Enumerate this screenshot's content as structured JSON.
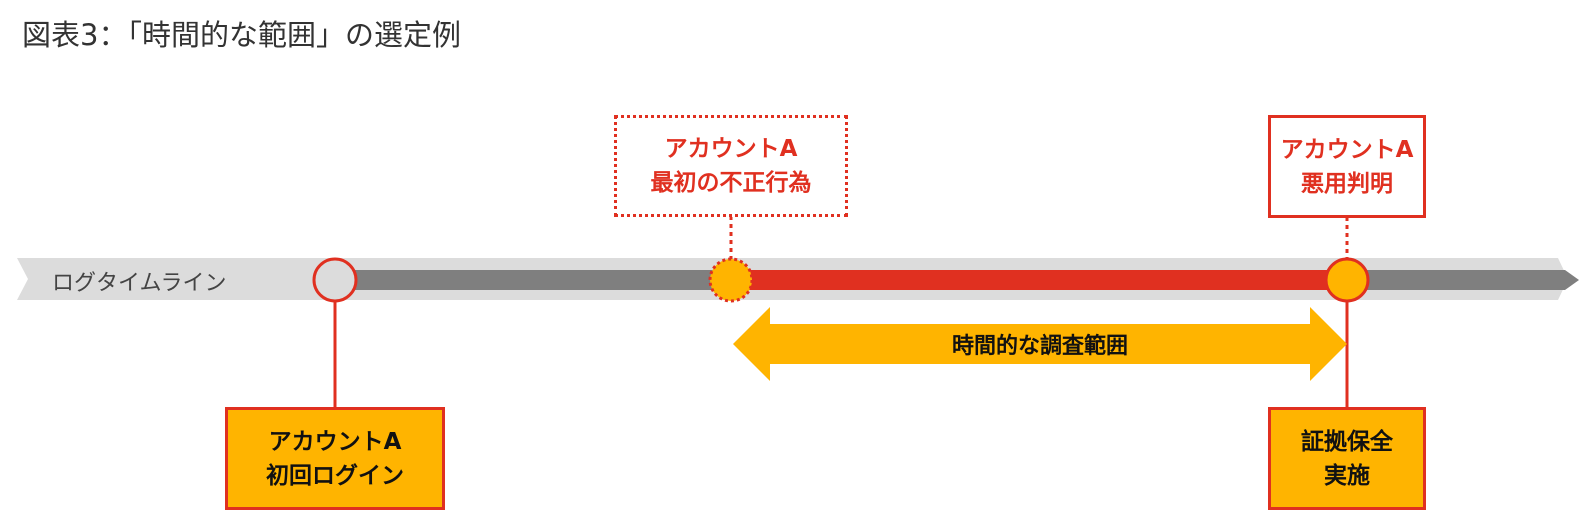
{
  "title": "図表3：「時間的な範囲」の選定例",
  "timeline_label": "ログタイムライン",
  "range_label": "時間的な調査範囲",
  "events": {
    "first_login": {
      "line1": "アカウントA",
      "line2": "初回ログイン"
    },
    "first_fraud": {
      "line1": "アカウントA",
      "line2": "最初の不正行為"
    },
    "misuse_found": {
      "line1": "アカウントA",
      "line2": "悪用判明"
    },
    "evidence": {
      "line1": "証拠保全",
      "line2": "実施"
    }
  },
  "colors": {
    "red": "#e03020",
    "yellow": "#ffb400",
    "band": "#dcdcdc",
    "bar": "#7f7f7f"
  }
}
